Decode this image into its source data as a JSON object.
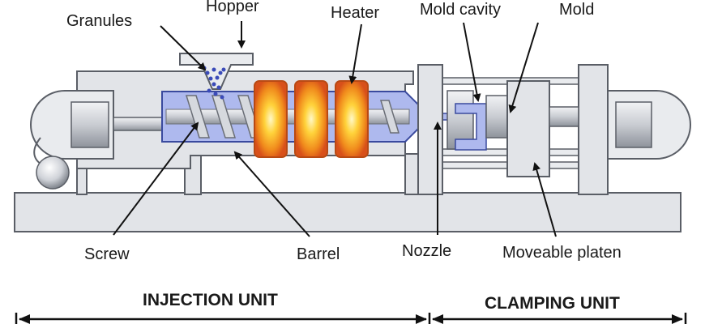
{
  "labels": {
    "hopper": "Hopper",
    "granules": "Granules",
    "heater": "Heater",
    "mold_cavity": "Mold cavity",
    "mold": "Mold",
    "screw": "Screw",
    "barrel": "Barrel",
    "nozzle": "Nozzle",
    "moveable_platen": "Moveable platen"
  },
  "sections": {
    "injection_unit": "INJECTION UNIT",
    "clamping_unit": "CLAMPING UNIT"
  },
  "colors": {
    "machine_fill": "#e2e4e8",
    "machine_stroke": "#5a5e66",
    "barrel_blue": "#aeb9ee",
    "heater_orange": "#e4621c",
    "heater_core": "#ffe07a",
    "arrow": "#111111"
  }
}
